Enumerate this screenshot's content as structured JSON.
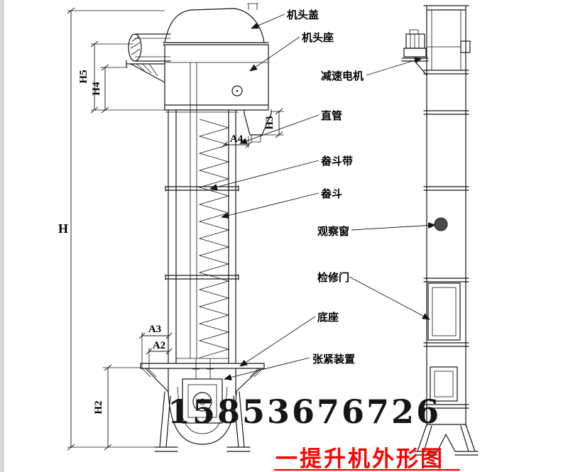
{
  "part_labels": [
    {
      "id": "head-cover",
      "text": "机头盖"
    },
    {
      "id": "head-seat",
      "text": "机头座"
    },
    {
      "id": "gear-motor",
      "text": "减速电机"
    },
    {
      "id": "straight-pipe",
      "text": "直管"
    },
    {
      "id": "bucket-belt",
      "text": "畚斗带"
    },
    {
      "id": "bucket",
      "text": "畚斗"
    },
    {
      "id": "observation-window",
      "text": "观察窗"
    },
    {
      "id": "inspection-door",
      "text": "检修门"
    },
    {
      "id": "base",
      "text": "底座"
    },
    {
      "id": "tensioning-device",
      "text": "张紧装置"
    }
  ],
  "dimension_labels": {
    "h": "H",
    "h2": "H2",
    "h3": "H3",
    "h4": "H4",
    "h5": "H5",
    "a2": "A2",
    "a3": "A3",
    "a4": "A4"
  },
  "watermark": "15853676726",
  "caption": "一提升机外形图",
  "colors": {
    "line": "#141414",
    "caption_red": "#ff0000",
    "watermark": "#161616",
    "background": "#ffffff"
  }
}
